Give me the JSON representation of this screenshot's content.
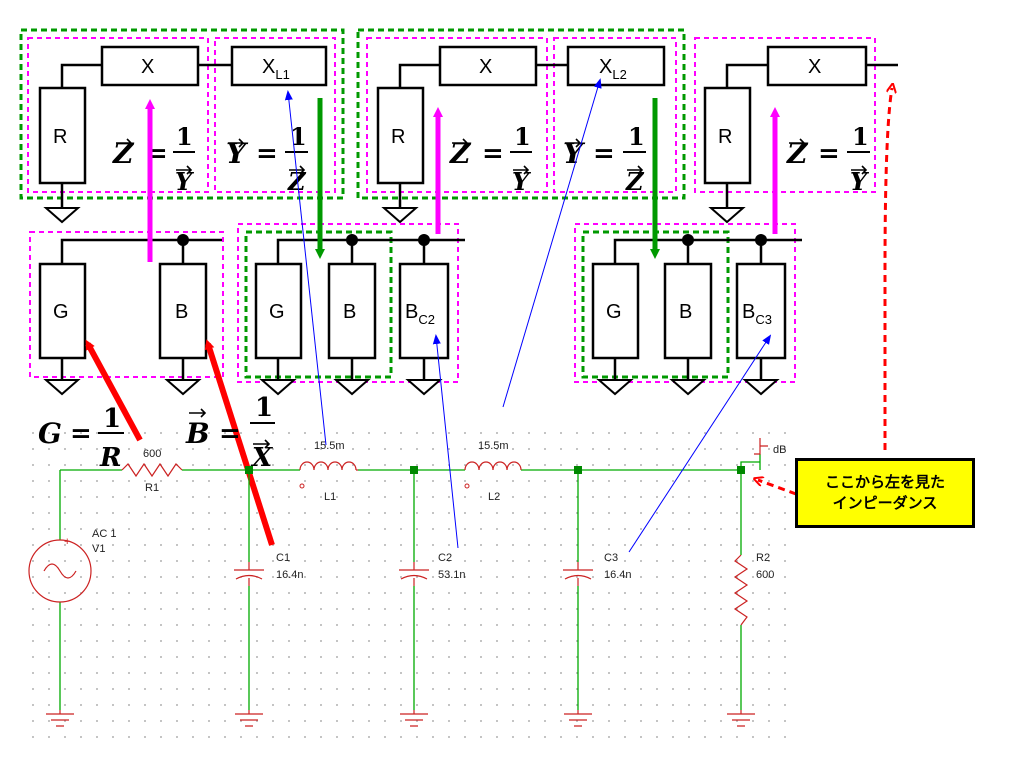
{
  "blocks": {
    "R": "R",
    "X": "X",
    "XL": "X",
    "L1": "L1",
    "L2": "L2",
    "G": "G",
    "B": "B",
    "BC": "B",
    "C2": "C2",
    "C3": "C3"
  },
  "equations": {
    "Z": "Z",
    "Y": "Y",
    "one": "1",
    "eq": "=",
    "G": "G",
    "R": "R",
    "B": "B",
    "X": "X"
  },
  "schematic": {
    "R1": {
      "name": "R1",
      "value": "600"
    },
    "L1": {
      "name": "L1",
      "value": "15.5m"
    },
    "L2": {
      "name": "L2",
      "value": "15.5m"
    },
    "C1": {
      "name": "C1",
      "value": "16.4n"
    },
    "C2": {
      "name": "C2",
      "value": "53.1n"
    },
    "C3": {
      "name": "C3",
      "value": "16.4n"
    },
    "R2": {
      "name": "R2",
      "value": "600"
    },
    "V1": {
      "name": "V1",
      "type": "AC 1"
    },
    "probe": "dB",
    "plus": "+"
  },
  "callout": {
    "line1": "ここから左を見た",
    "line2": "インピーダンス"
  },
  "colors": {
    "magenta": "#ff00ff",
    "green": "#009900",
    "red": "#ff0000",
    "blue": "#0000ff",
    "yellow": "#ffff00",
    "wire": "#00aa00",
    "comp": "#cc2222"
  }
}
